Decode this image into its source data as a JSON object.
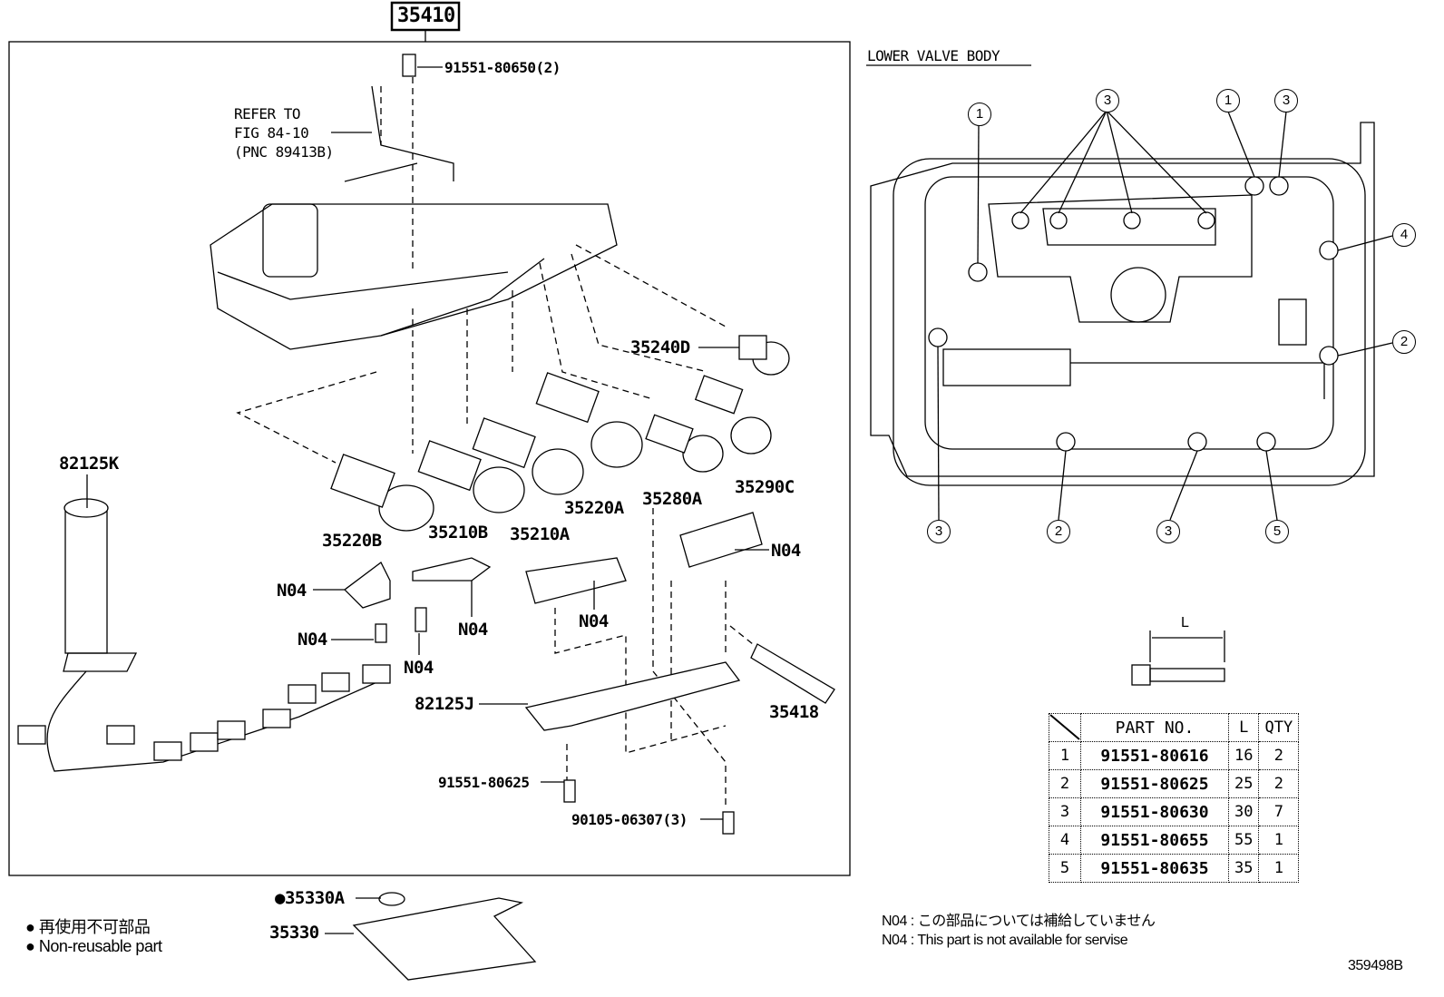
{
  "assembly_no": "35410",
  "main_labels": {
    "bolt_top": "91551-80650(2)",
    "refer_1": "REFER TO",
    "refer_2": "FIG 84-10",
    "refer_3": "(PNC 89413B)",
    "p35240D": "35240D",
    "p82125K": "82125K",
    "p35220B": "35220B",
    "p35210B": "35210B",
    "p35210A": "35210A",
    "p35220A": "35220A",
    "p35280A": "35280A",
    "p35290C": "35290C",
    "n04_a": "N04",
    "n04_b": "N04",
    "n04_c": "N04",
    "n04_d": "N04",
    "n04_e": "N04",
    "n04_f": "N04",
    "p82125J": "82125J",
    "p35418": "35418",
    "bolt_b": "91551-80625",
    "bolt_c": "90105-06307(3)",
    "p35330A": "●35330A",
    "p35330": "35330"
  },
  "right_panel": {
    "title": "LOWER VALVE BODY",
    "callouts": [
      "1",
      "3",
      "1",
      "3",
      "4",
      "2",
      "3",
      "2",
      "3",
      "5"
    ],
    "bolt_dim": "L"
  },
  "table": {
    "headers": [
      "",
      "PART NO.",
      "L",
      "QTY"
    ],
    "rows": [
      [
        "1",
        "91551-80616",
        "16",
        "2"
      ],
      [
        "2",
        "91551-80625",
        "25",
        "2"
      ],
      [
        "3",
        "91551-80630",
        "30",
        "7"
      ],
      [
        "4",
        "91551-80655",
        "55",
        "1"
      ],
      [
        "5",
        "91551-80635",
        "35",
        "1"
      ]
    ]
  },
  "notes": {
    "n04_jp": "N04 : この部品については補給していません",
    "n04_en": "N04 :  This part is not available for servise"
  },
  "legend": {
    "jp": "● 再使用不可部品",
    "en": "● Non-reusable part"
  },
  "figure_id": "359498B"
}
